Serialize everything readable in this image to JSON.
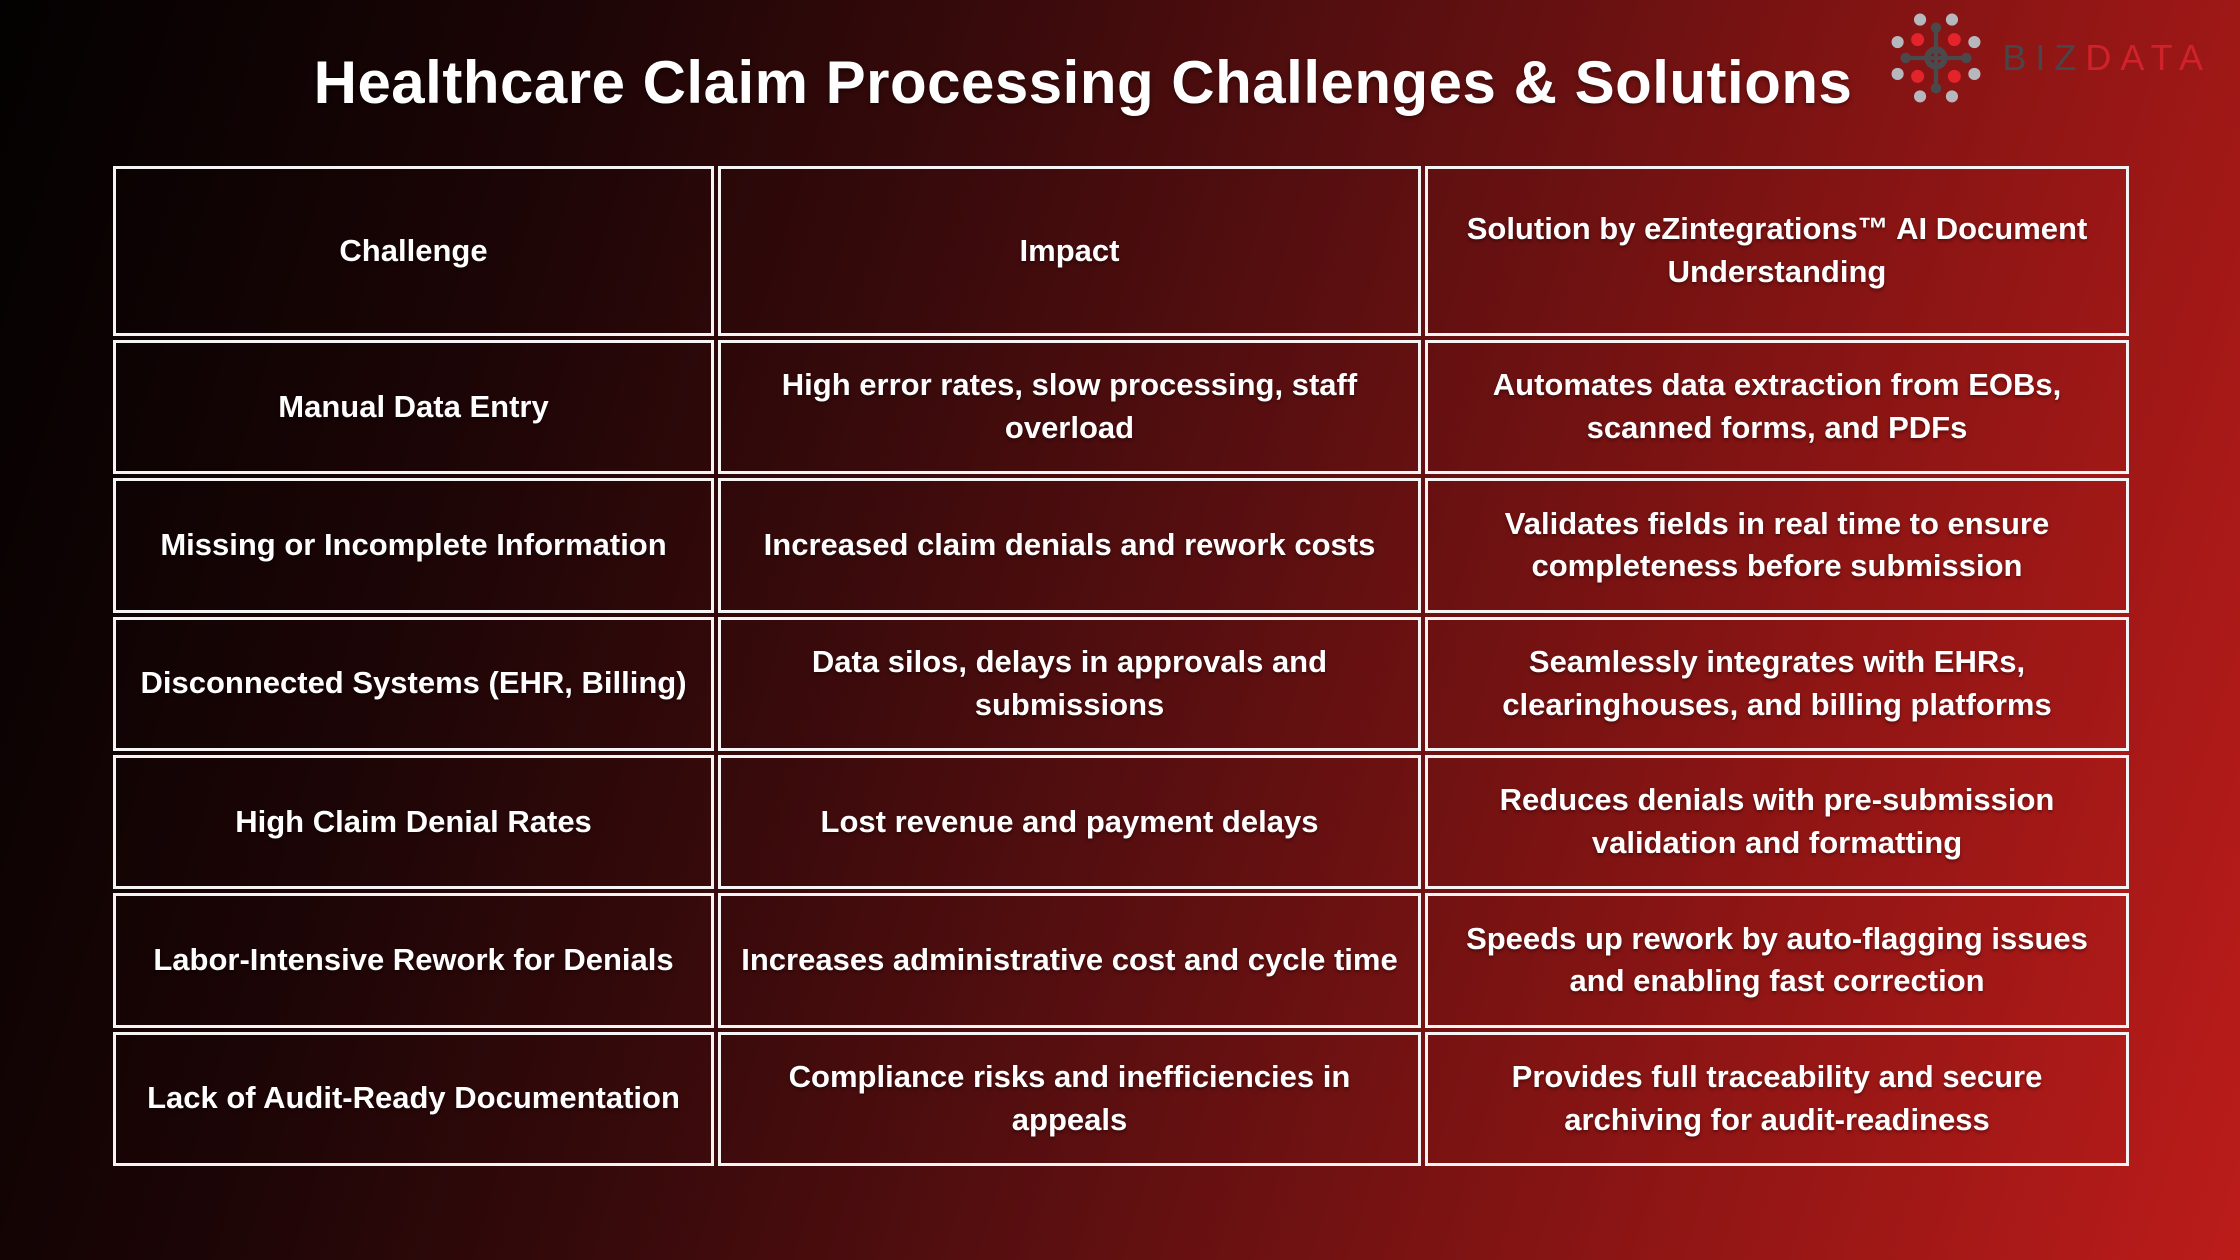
{
  "title": "Healthcare Claim Processing Challenges & Solutions",
  "logo": {
    "icon": "network-hub-icon",
    "text_primary": "BIZ",
    "text_accent": "DATA"
  },
  "table": {
    "headers": [
      "Challenge",
      "Impact",
      "Solution by eZintegrations™ AI Document Understanding"
    ],
    "rows": [
      [
        "Manual Data Entry",
        "High error rates, slow processing, staff overload",
        "Automates data extraction from EOBs, scanned forms, and PDFs"
      ],
      [
        "Missing or Incomplete Information",
        "Increased claim denials and rework costs",
        "Validates fields in real time to ensure completeness before submission"
      ],
      [
        "Disconnected Systems (EHR, Billing)",
        "Data silos, delays in approvals and submissions",
        "Seamlessly integrates with EHRs, clearinghouses, and billing platforms"
      ],
      [
        "High Claim Denial Rates",
        "Lost revenue and payment delays",
        "Reduces denials with pre-submission validation and formatting"
      ],
      [
        "Labor-Intensive Rework for Denials",
        "Increases administrative cost and cycle time",
        "Speeds up rework by auto-flagging issues and enabling fast correction"
      ],
      [
        "Lack of Audit-Ready Documentation",
        "Compliance risks and inefficiencies in appeals",
        "Provides full traceability and secure archiving for audit-readiness"
      ]
    ]
  },
  "colors": {
    "background_gradient_start": "#030101",
    "background_gradient_end": "#bb1c1a",
    "table_border": "#f5f3f3",
    "text": "#ffffff",
    "logo_gray": "#47474b",
    "logo_red": "#d0222a",
    "logo_dot_gray": "#b7b8be",
    "logo_dot_red": "#e4232b",
    "logo_node_dark": "#4a4a4d"
  }
}
